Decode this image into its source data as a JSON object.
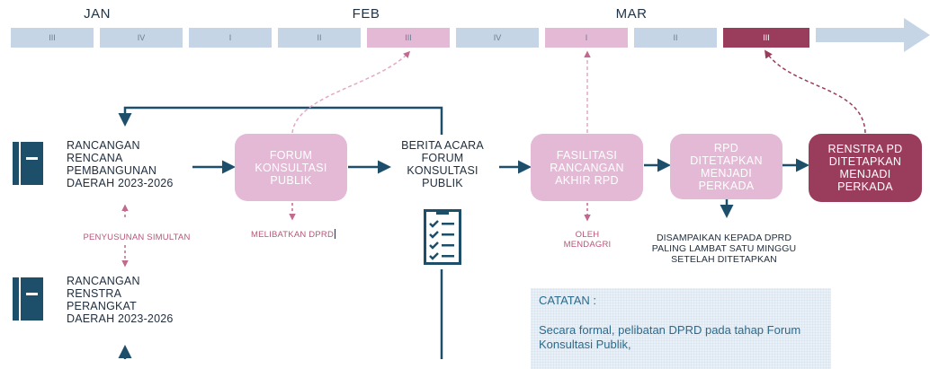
{
  "timeline": {
    "months": [
      {
        "id": "jan",
        "label": "JAN"
      },
      {
        "id": "feb",
        "label": "FEB"
      },
      {
        "id": "mar",
        "label": "MAR"
      }
    ],
    "weeks": [
      "III",
      "IV",
      "I",
      "II",
      "III",
      "IV",
      "I",
      "II",
      "III"
    ],
    "week_styles": [
      "blue",
      "blue",
      "blue",
      "blue",
      "pink",
      "blue",
      "pink",
      "blue",
      "maroon"
    ]
  },
  "documents": {
    "rpd_draft": [
      "RANCANGAN",
      "RENCANA",
      "PEMBANGUNAN",
      "DAERAH 2023-2026"
    ],
    "renstra_draft": [
      "RANCANGAN",
      "RENSTRA",
      "PERANGKAT",
      "DAERAH 2023-2026"
    ]
  },
  "notes": {
    "simultaneous": "PENYUSUNAN SIMULTAN",
    "dprd": "MELIBATKAN DPRD",
    "mendagri": [
      "OLEH",
      "MENDAGRI"
    ]
  },
  "steps": {
    "forum": [
      "FORUM",
      "KONSULTASI",
      "PUBLIK"
    ],
    "berita_acara": [
      "BERITA ACARA",
      "FORUM",
      "KONSULTASI",
      "PUBLIK"
    ],
    "fasilitasi": [
      "FASILITASI",
      "RANCANGAN",
      "AKHIR RPD"
    ],
    "rpd_perkada": [
      "RPD",
      "DITETAPKAN",
      "MENJADI",
      "PERKADA"
    ],
    "renstra_perkada": [
      "RENSTRA PD",
      "DITETAPKAN",
      "MENJADI",
      "PERKADA"
    ]
  },
  "submission_note": [
    "DISAMPAIKAN KEPADA DPRD",
    "PALING LAMBAT SATU MINGGU",
    "SETELAH DITETAPKAN"
  ],
  "catatan": {
    "title": "CATATAN :",
    "body": "Secara formal, pelibatan DPRD pada tahap Forum Konsultasi Publik,"
  },
  "colors": {
    "navy": "#1d4f6b",
    "pink": "#e4b9d6",
    "maroon": "#9a3d5c",
    "dashed": "#c2698f",
    "timeline_blue": "#c5d5e5"
  },
  "icons": {
    "document": "book-icon",
    "checklist": "checklist-icon"
  }
}
